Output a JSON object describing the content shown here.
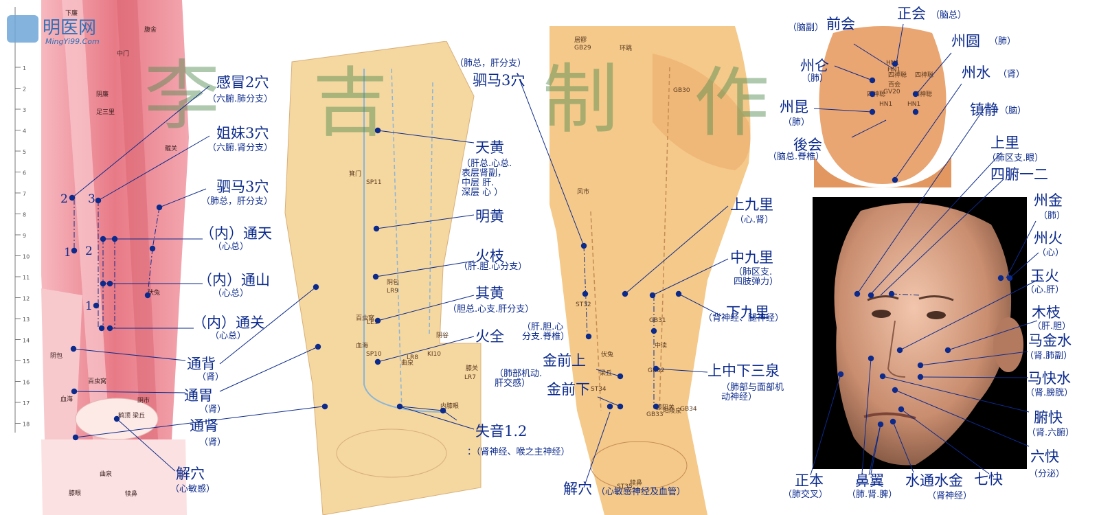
{
  "watermark": {
    "logo_text": "明医网",
    "logo_url": "MingYi99.Com",
    "big_chars": [
      "李",
      "吉",
      "制",
      "作"
    ]
  },
  "colors": {
    "ink": "#0b2a8c",
    "muscle": "#e87a86",
    "skin": "#f5d7a0",
    "leg": "#f4c98a",
    "face_bg": "#000000"
  },
  "ruler": {
    "ticks": [
      "1",
      "2",
      "3",
      "4",
      "5",
      "6",
      "7",
      "8",
      "9",
      "10",
      "11",
      "12",
      "13",
      "14",
      "15",
      "16",
      "17",
      "18"
    ]
  },
  "panel1": {
    "map_text": [
      "下廉",
      "腹舍",
      "中门",
      "足三里",
      "阴廉",
      "伏兔",
      "阴包",
      "百虫窝",
      "阴市",
      "梁丘",
      "膝眼",
      "犊鼻",
      "鹤顶",
      "血海",
      "曲泉",
      "髋关"
    ],
    "numbers": [
      "2",
      "3",
      "1",
      "2",
      "1"
    ],
    "labels": [
      {
        "main": "感冒2穴",
        "sub": "（六腑.肺分支）"
      },
      {
        "main": "姐妹3穴",
        "sub": "（六腑.肾分支）"
      },
      {
        "main": "驷马3穴",
        "sub": "（肺总，肝分支）"
      },
      {
        "main": "（内）通天",
        "sub": "（心总）"
      },
      {
        "main": "（内）通山",
        "sub": "（心总）"
      },
      {
        "main": "（内）通关",
        "sub": "（心总）"
      },
      {
        "main": "通背",
        "sub": "（肾）"
      },
      {
        "main": "通胃",
        "sub": "（肾）"
      },
      {
        "main": "通肾",
        "sub": "（肾）"
      },
      {
        "main": "解穴",
        "sub": "（心敏感）"
      }
    ]
  },
  "panel2": {
    "map_text": [
      "箕门",
      "SP11",
      "百虫窝",
      "LE3",
      "血海",
      "SP10",
      "阴包",
      "LR9",
      "阴谷",
      "KI10",
      "曲泉",
      "LR8",
      "膝关",
      "LR7",
      "内膝眼"
    ],
    "labels": [
      {
        "main": "驷马3穴",
        "sub": "（肺总，肝分支）"
      },
      {
        "main": "天黄",
        "sub": "（肝总.心总.\n表层肾副，\n中层 肝.\n深层 心 ）"
      },
      {
        "main": "明黄",
        "sub": ""
      },
      {
        "main": "火枝",
        "sub": "（肝.胆.心分支）"
      },
      {
        "main": "其黄",
        "sub": "（胆总.心支.肝分支）"
      },
      {
        "main": "火全",
        "sub": "（肝.胆.心\n分支.脊椎）"
      },
      {
        "main": "失音1.2",
        "sub": "：（肾神经、喉之主神经）"
      }
    ]
  },
  "panel3": {
    "map_text": [
      "居髎",
      "GB29",
      "环跳",
      "GB30",
      "风市",
      "GB31",
      "中渎",
      "GB32",
      "膝阳关",
      "GB33",
      "阳陵泉",
      "GB34",
      "伏兔",
      "梁丘",
      "ST32",
      "ST34",
      "ST35",
      "犊鼻"
    ],
    "labels": [
      {
        "main": "上九里",
        "sub": "（心.肾）"
      },
      {
        "main": "中九里",
        "sub": "（肺区支.\n四肢弹力）"
      },
      {
        "main": "下九里",
        "sub": "（背神经、腿神经）"
      },
      {
        "main": "上中下三泉",
        "sub": "（肺部与面部机\n动神经）"
      },
      {
        "main": "金前上",
        "sub": ""
      },
      {
        "main": "金前下",
        "sub": ""
      },
      {
        "main": "（肺部机动.\n肝交感）",
        "sub": ""
      },
      {
        "main": "解穴",
        "sub": "（心敏感神经及血管）"
      }
    ]
  },
  "panel4": {
    "map_text": [
      "HN1",
      "HN1",
      "四神聪",
      "四神聪",
      "GV20",
      "百会",
      "HN1",
      "HN1",
      "四神聪",
      "四神聪"
    ],
    "labels": [
      {
        "pre": "（脑副）",
        "main": "前会",
        "post": ""
      },
      {
        "pre": "",
        "main": "正会",
        "post": "（脑总）"
      },
      {
        "pre": "",
        "main": "州圆",
        "post": "（肺）"
      },
      {
        "pre": "",
        "main": "州仑",
        "post": "（肺）"
      },
      {
        "pre": "",
        "main": "州水",
        "post": "（肾）"
      },
      {
        "pre": "",
        "main": "州昆",
        "post": "（肺）"
      },
      {
        "pre": "",
        "main": "後会",
        "post": "（脑总.脊椎）"
      }
    ]
  },
  "panel5": {
    "labels": [
      {
        "main": "镇静",
        "sub": "（脑）"
      },
      {
        "main": "上里",
        "sub": "（肺区支.眼）"
      },
      {
        "main": "四腑一二",
        "sub": ""
      },
      {
        "main": "州金",
        "sub": "（肺）"
      },
      {
        "main": "州火",
        "sub": "（心）"
      },
      {
        "main": "玉火",
        "sub": "（心.肝）"
      },
      {
        "main": "木枝",
        "sub": "（肝.胆）"
      },
      {
        "main": "马金水",
        "sub": "（肾.肺副）"
      },
      {
        "main": "马快水",
        "sub": "（肾.膀胱）"
      },
      {
        "main": "腑快",
        "sub": "（肾.六腑）"
      },
      {
        "main": "六快",
        "sub": "（分泌）"
      },
      {
        "main": "七快",
        "sub": ""
      },
      {
        "main": "水通水金",
        "sub": "（肾神经）"
      },
      {
        "main": "鼻翼",
        "sub": "（肺.肾.脾）"
      },
      {
        "main": "正本",
        "sub": "（肺交叉）"
      }
    ]
  }
}
